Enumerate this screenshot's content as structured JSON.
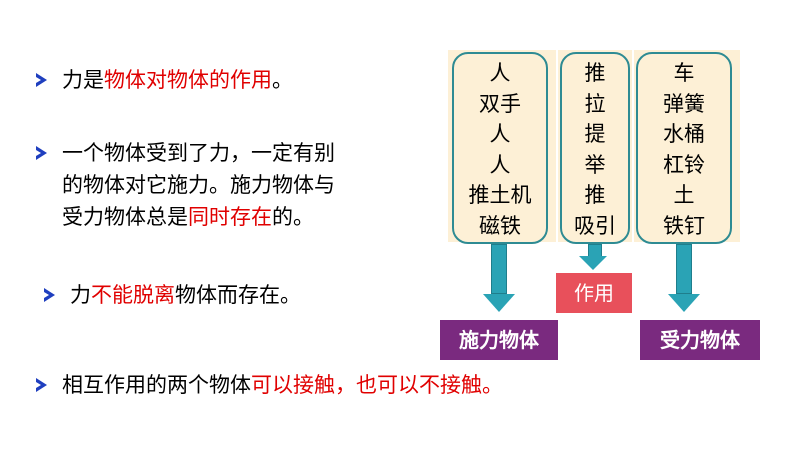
{
  "bullets": [
    {
      "plain1": "力是",
      "red": "物体对物体的作用",
      "plain2": "。"
    },
    {
      "line1": "一个物体受到了力，一定有别",
      "line2": "的物体对它施力。施力物体与",
      "line3_plain": "受力物体总是",
      "line3_red": "同时存在",
      "line3_end": "的。"
    },
    {
      "plain1": "力",
      "red": "不能脱离",
      "plain2": "物体而存在。"
    },
    {
      "plain1": "相互作用的两个物体",
      "red": "可以接触，也可以不接触。"
    }
  ],
  "columns": {
    "agent": [
      "人",
      "双手",
      "人",
      "人",
      "推土机",
      "磁铁"
    ],
    "action": [
      "推",
      "拉",
      "提",
      "举",
      "推",
      "吸引"
    ],
    "receiver": [
      "车",
      "弹簧",
      "水桶",
      "杠铃",
      "土",
      "铁钉"
    ]
  },
  "labels": {
    "agent_box": "施力物体",
    "action_box": "作用",
    "receiver_box": "受力物体"
  },
  "colors": {
    "bullet_arrow": "#1f3fbf",
    "highlight_red": "#e00000",
    "panel_bg": "#fdf0d6",
    "column_border": "#2e8b93",
    "arrow_fill": "#2aa3b5",
    "purple_box": "#7a2a7f",
    "red_box": "#e8505b"
  }
}
